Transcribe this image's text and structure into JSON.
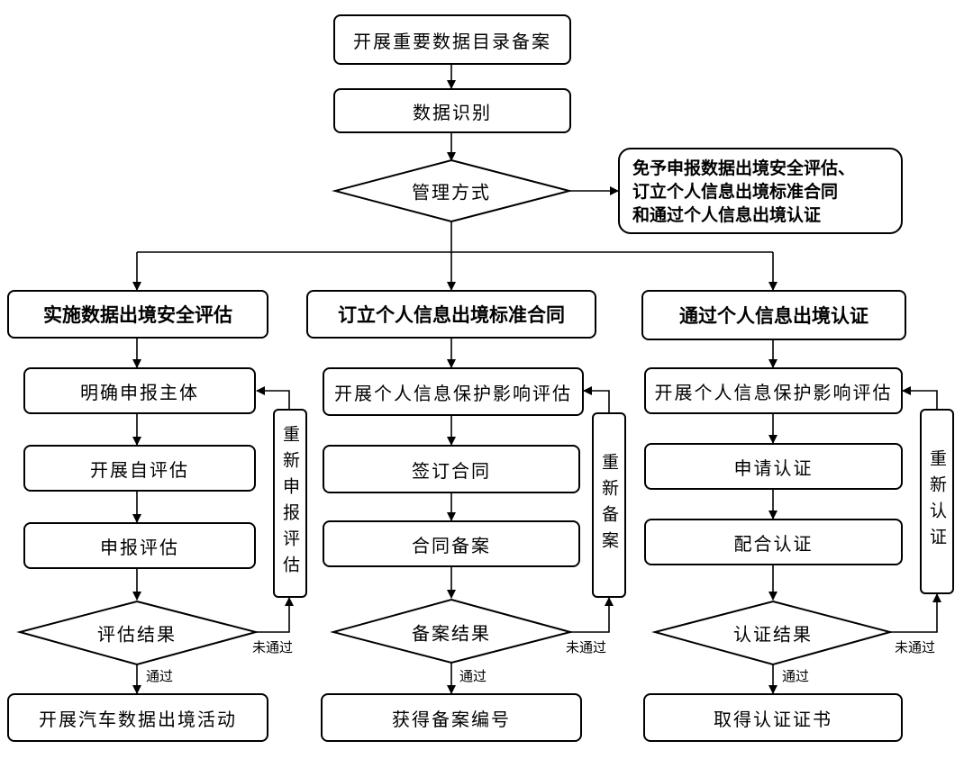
{
  "top": {
    "step1": "开展重要数据目录备案",
    "step2": "数据识别",
    "decision": "管理方式",
    "exemption_note_lines": [
      "免予申报数据出境安全评估、",
      "订立个人信息出境标准合同",
      "和通过个人信息出境认证"
    ]
  },
  "branches": [
    {
      "title": "实施数据出境安全评估",
      "steps": [
        "明确申报主体",
        "开展自评估",
        "申报评估"
      ],
      "decision": "评估结果",
      "retry": "重新申报评估",
      "fail_label": "未通过",
      "pass_label": "通过",
      "final": "开展汽车数据出境活动"
    },
    {
      "title": "订立个人信息出境标准合同",
      "steps": [
        "开展个人信息保护影响评估",
        "签订合同",
        "合同备案"
      ],
      "decision": "备案结果",
      "retry": "重新备案",
      "fail_label": "未通过",
      "pass_label": "通过",
      "final": "获得备案编号"
    },
    {
      "title": "通过个人信息出境认证",
      "steps": [
        "开展个人信息保护影响评估",
        "申请认证",
        "配合认证"
      ],
      "decision": "认证结果",
      "retry": "重新认证",
      "fail_label": "未通过",
      "pass_label": "通过",
      "final": "取得认证证书"
    }
  ]
}
